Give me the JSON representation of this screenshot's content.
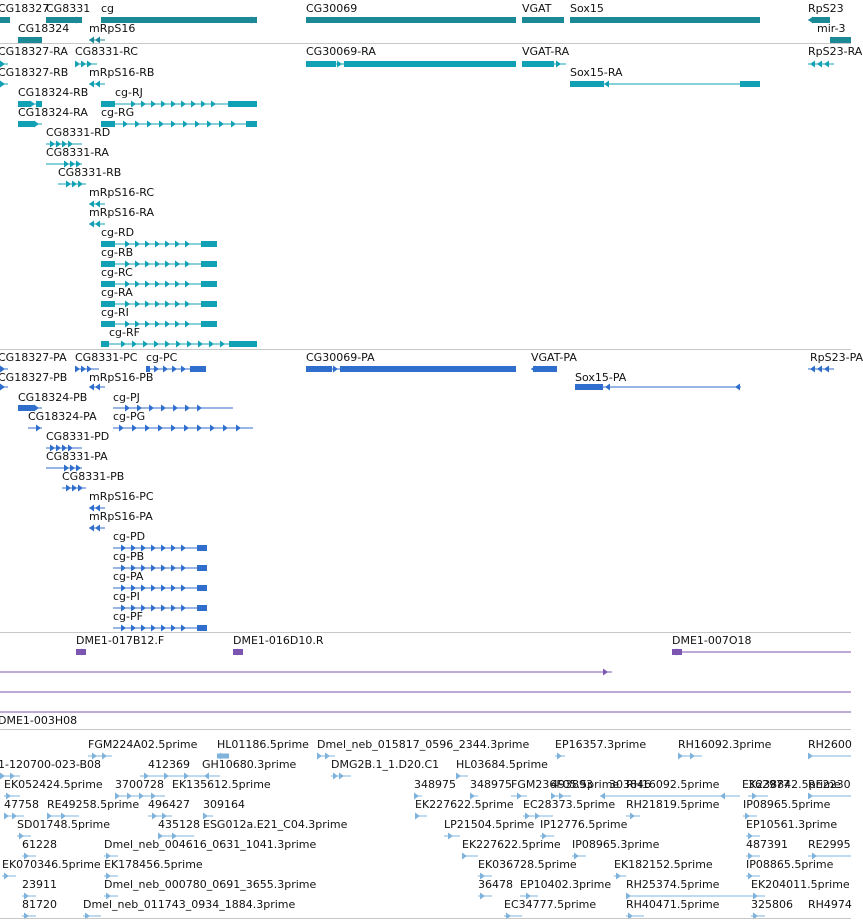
{
  "colors": {
    "gene": "#1b8a96",
    "transcript_ra": "#12a0b5",
    "transcript_pa": "#2f6ecd",
    "clone": "#7b55b0",
    "est": "#7fb3dc",
    "separator": "#c8c8c8"
  },
  "gene_labels": [
    "CG18327",
    "CG8331",
    "cg",
    "CG30069",
    "VGAT",
    "Sox15",
    "RpS23",
    "CG18324",
    "mRpS16",
    "mir-3"
  ],
  "ra_labels": [
    "CG18327-RA",
    "CG8331-RC",
    "CG30069-RA",
    "VGAT-RA",
    "RpS23-RA",
    "CG18327-RB",
    "mRpS16-RB",
    "Sox15-RA",
    "CG18324-RB",
    "cg-RJ",
    "CG18324-RA",
    "cg-RG",
    "CG8331-RD",
    "CG8331-RA",
    "CG8331-RB",
    "mRpS16-RC",
    "mRpS16-RA",
    "cg-RD",
    "cg-RB",
    "cg-RC",
    "cg-RA",
    "cg-RI",
    "cg-RF"
  ],
  "pa_labels": [
    "CG18327-PA",
    "CG8331-PC",
    "cg-PC",
    "CG30069-PA",
    "VGAT-PA",
    "RpS23-PA",
    "CG18327-PB",
    "mRpS16-PB",
    "Sox15-PA",
    "CG18324-PB",
    "cg-PJ",
    "CG18324-PA",
    "cg-PG",
    "CG8331-PD",
    "CG8331-PA",
    "CG8331-PB",
    "mRpS16-PC",
    "mRpS16-PA",
    "cg-PD",
    "cg-PB",
    "cg-PA",
    "cg-PI",
    "cg-PF"
  ],
  "clone_labels": [
    "DME1-017B12.F",
    "DME1-016D10.R",
    "DME1-007O18",
    "DME1-003H08"
  ],
  "est_labels": [
    "FGM224A02.5prime",
    "HL01186.5prime",
    "Dmel_neb_015817_0596_2344.3prime",
    "EP16357.3prime",
    "RH16092.3prime",
    "RH2600",
    "1-120700-023-B08",
    "412369",
    "GH10680.3prime",
    "DMG2B.1_1.D20.C1",
    "HL03684.5prime",
    "EK052424.5prime",
    "3700728",
    "EK135612.5prime",
    "348975",
    "348975",
    "FGM236F05.5prime",
    "493893",
    "303846",
    "RH16092.5prime",
    "362977",
    "EK238842.5prime",
    "RE2230",
    "47758",
    "RE49258.5prime",
    "496427",
    "309164",
    "EK227622.5prime",
    "EC28373.5prime",
    "RH21819.5prime",
    "IP08965.5prime",
    "SD01748.5prime",
    "435128",
    "ESG012a.E21_C04.3prime",
    "LP21504.5prime",
    "IP12776.5prime",
    "EP10561.3prime",
    "61228",
    "Dmel_neb_004616_0631_1041.3prime",
    "EK227622.5prime",
    "IP08965.3prime",
    "487391",
    "RE2995",
    "EK070346.5prime",
    "EK178456.5prime",
    "EK036728.5prime",
    "EK182152.5prime",
    "IP08865.5prime",
    "23911",
    "Dmel_neb_000780_0691_3655.3prime",
    "36478",
    "EP10402.3prime",
    "RH25374.5prime",
    "EK204011.5prime",
    "81720",
    "Dmel_neb_011743_0934_1884.3prime",
    "EC34777.5prime",
    "RH40471.5prime",
    "325806",
    "RH4974"
  ]
}
